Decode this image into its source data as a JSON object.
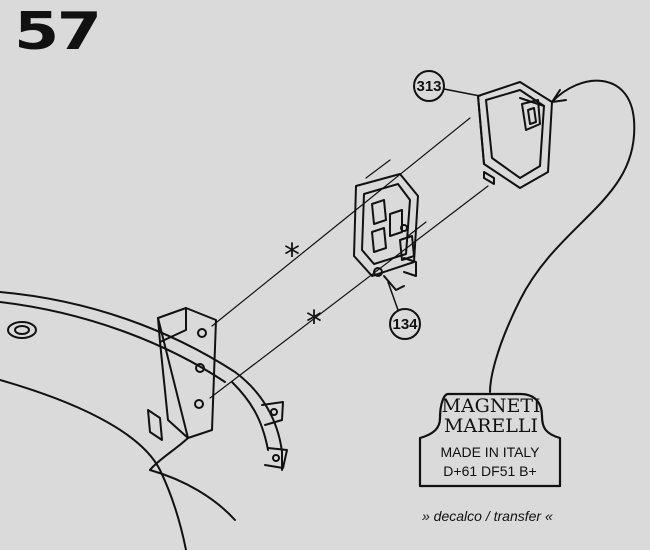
{
  "step_number": "57",
  "callouts": {
    "cover": "313",
    "regulator": "134"
  },
  "fastener_marks": [
    "*",
    "*"
  ],
  "decal": {
    "logo_line1": "MAGNETI",
    "logo_line2": "MARELLI",
    "line1": "MADE IN ITALY",
    "line2": "D+61  DF51   B+"
  },
  "caption": "» decalco / transfer «"
}
